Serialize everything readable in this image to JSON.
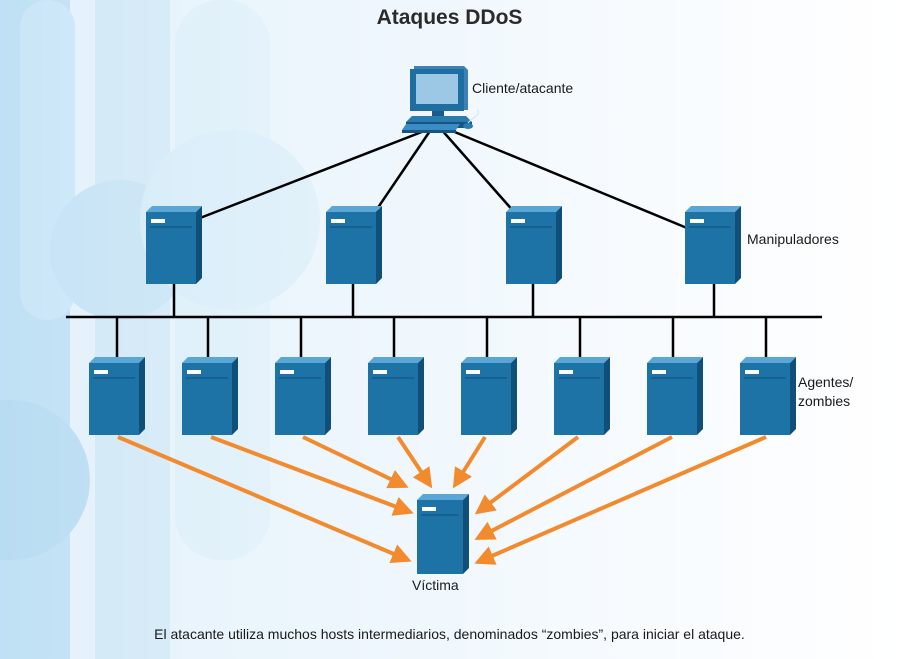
{
  "title": "Ataques DDoS",
  "labels": {
    "client": "Cliente/atacante",
    "handlers": "Manipuladores",
    "agents_line1": "Agentes/",
    "agents_line2": "zombies",
    "victim": "Víctima"
  },
  "caption": "El atacante utiliza muchos hosts intermediarios, denominados “zombies”, para iniciar el ataque.",
  "nodes": {
    "client": {
      "type": "desktop-computer"
    },
    "handlers": [
      {
        "type": "server"
      },
      {
        "type": "server"
      },
      {
        "type": "server"
      },
      {
        "type": "server"
      }
    ],
    "agents": [
      {
        "type": "server"
      },
      {
        "type": "server"
      },
      {
        "type": "server"
      },
      {
        "type": "server"
      },
      {
        "type": "server"
      },
      {
        "type": "server"
      },
      {
        "type": "server"
      },
      {
        "type": "server"
      }
    ],
    "victim": {
      "type": "server"
    }
  },
  "colors": {
    "server_front": "#1d73a6",
    "server_side": "#0f4f78",
    "server_top": "#5aa7d6",
    "link": "#000000",
    "attack_arrow": "#f28a2e",
    "background_stripe": "#a9d3ee"
  }
}
